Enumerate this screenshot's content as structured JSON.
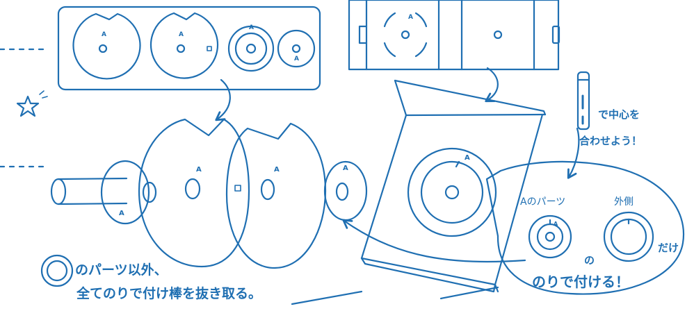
{
  "colors": {
    "line": "#1f6fb2",
    "background": "#ffffff"
  },
  "labels": {
    "part_a_mark": "A",
    "center_hint_line1": "で中心を",
    "center_hint_line2": "合わせよう！",
    "a_part_label": "Aのパーツ",
    "outer_label": "外側",
    "no_particle": "の",
    "dake": "だけ",
    "glue_attach": "のりで付ける！",
    "instruction_line1": "のパーツ以外、",
    "instruction_line2": "全てのりで付け棒を抜き取る。"
  },
  "icons": {
    "star": "star-outline-icon",
    "stick": "glue-stick-icon"
  }
}
